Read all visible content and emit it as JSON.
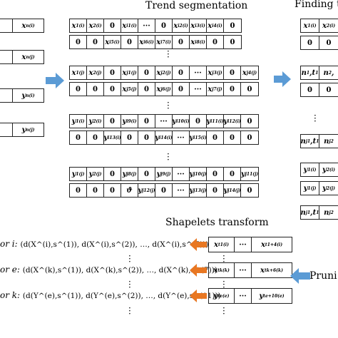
{
  "titles": {
    "trend_segmentation": "Trend segmentation",
    "finding": "Finding th",
    "shapelets_transform": "Shapelets transform",
    "pruning": "Pruni"
  },
  "left_strips": [
    [
      "x_n^(i)"
    ],
    [
      "x_n^(j)"
    ],
    [
      "y_n^(i)"
    ],
    [
      "y_n^(j)"
    ]
  ],
  "trend_groups": [
    {
      "top": [
        "x_1^(i)",
        "x_2^(i)",
        "0",
        "x_i1^(i)",
        "···",
        "0",
        "x_i2^(i)",
        "x_i3^(i)",
        "x_i4^(i)",
        "0"
      ],
      "bottom": [
        "0",
        "0",
        "x_i5^(i)",
        "0",
        "x_i6^(i)",
        "x_i7^(i)",
        "0",
        "x_i8^(i)",
        "0",
        "0"
      ]
    },
    {
      "top": [
        "x_1^(j)",
        "x_2^(j)",
        "0",
        "x_j1^(j)",
        "0",
        "x_j2^(j)",
        "0",
        "···",
        "x_j3^(j)",
        "0",
        "x_j4^(j)"
      ],
      "bottom": [
        "0",
        "0",
        "0",
        "x_j5^(j)",
        "0",
        "x_j6^(j)",
        "0",
        "···",
        "x_j7^(j)",
        "0",
        "0"
      ]
    },
    {
      "top": [
        "y_1^(i)",
        "y_2^(i)",
        "0",
        "y_i9^(i)",
        "0",
        "···",
        "y_i10^(i)",
        "0",
        "y_i11^(i)",
        "y_i12^(i)",
        "0"
      ],
      "bottom": [
        "0",
        "0",
        "y_i13^(i)",
        "0",
        "0",
        "y_i14^(i)",
        "···",
        "y_i15^(i)",
        "0",
        "0",
        "0"
      ]
    },
    {
      "top": [
        "y_1^(j)",
        "y_2^(j)",
        "0",
        "y_j8^(j)",
        "0",
        "y_j9^(j)",
        "···",
        "y_j10^(j)",
        "0",
        "0",
        "y_j11^(j)"
      ],
      "bottom": [
        "0",
        "0",
        "0",
        "ϑ",
        "y_j12^(j)",
        "0",
        "···",
        "y_j13^(j)",
        "0",
        "y_j14^(j)",
        "0"
      ]
    }
  ],
  "right_strips": [
    [
      "x_1^(i)",
      "x_2^(i)"
    ],
    [
      "0",
      "0"
    ],
    [
      "n_1,t_1",
      "n_2,"
    ],
    [
      "0",
      "0"
    ],
    [
      "n_j1,t_1",
      "n_j2"
    ],
    [
      "y_1^(i)",
      "y_2^(i)"
    ],
    [
      "y_1^(j)",
      "y_2^(j)"
    ],
    [
      "n_j1,t_1",
      "n_j2"
    ]
  ],
  "shapelet_rows": [
    {
      "label": "or i:",
      "formula": "(d(X^(i),s^(1)), d(X^(i),s^(2)), …, d(X^(i),s^(5)))",
      "cells": [
        "x_t1^(i)",
        "···",
        "x_t1+4^(i)"
      ],
      "arrow_color": "#e87722"
    },
    {
      "label": "or e:",
      "formula": "(d(X^(k),s^(1)), d(X^(k),s^(2)), …, d(X^(k),s^(7)))",
      "cells": [
        "x_tk^(k)",
        "···",
        "x_tk+6^(k)"
      ],
      "arrow_color": "#e87722"
    },
    {
      "label": "or k:",
      "formula": "(d(Y^(e),s^(1)), d(Y^(e),s^(2)), …, d(Y^(e),s^(11)))",
      "cells": [
        "y_te^(e)",
        "···",
        "y_te+10^(e)"
      ],
      "arrow_color": "#e87722"
    }
  ],
  "colors": {
    "blue_arrow": "#5b9bd5",
    "orange_arrow": "#e87722",
    "line": "#222222"
  }
}
